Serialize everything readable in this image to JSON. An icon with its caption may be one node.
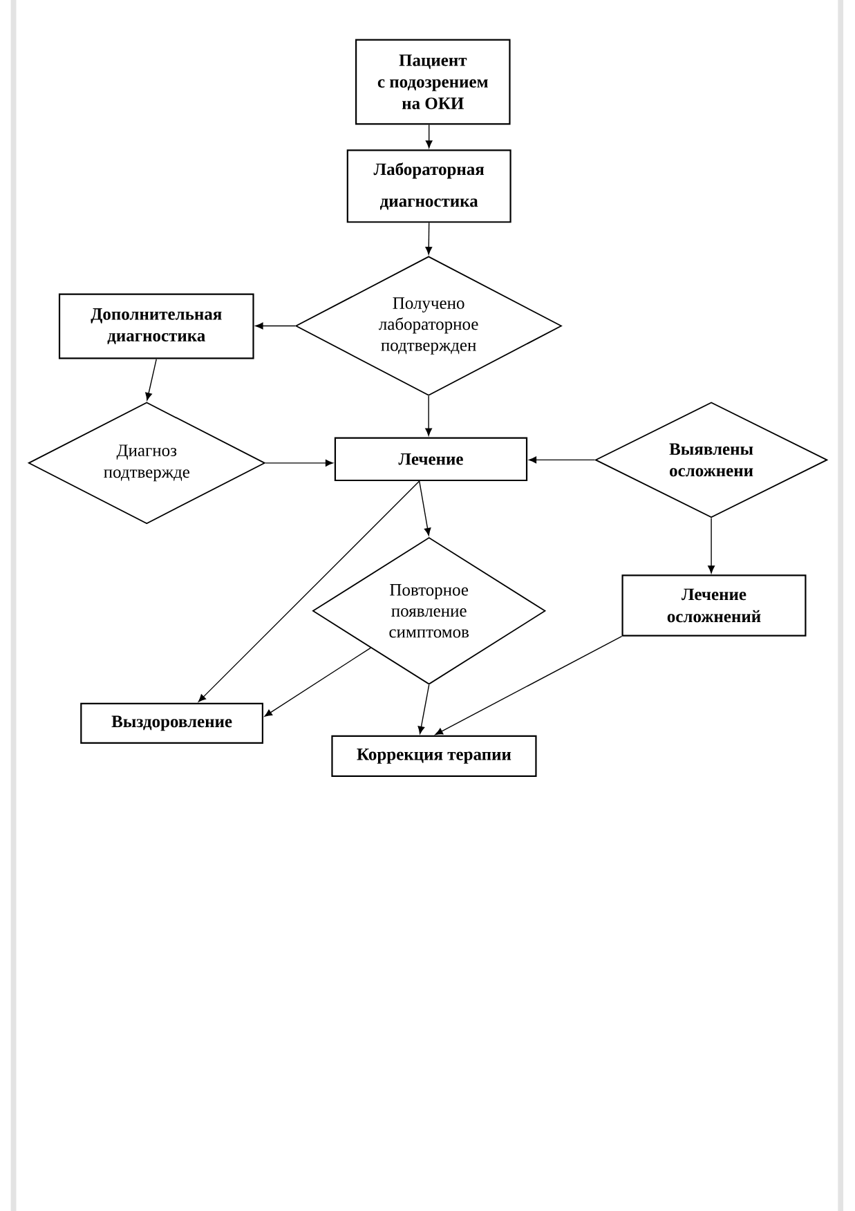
{
  "diagram": {
    "nodes": [
      {
        "text": [
          "Пациент с подозрением на ОКИ"
        ]
      },
      {
        "text": [
          "Лабораторная диагностика"
        ]
      },
      {
        "text": [
          "Получено лабораторное подтвержден"
        ]
      },
      {
        "text": [
          "Дополнительная диагностика"
        ]
      },
      {
        "text": [
          "Диагноз подтвержде"
        ]
      },
      {
        "text": [
          "Лечение"
        ]
      },
      {
        "text": [
          "Выявлены осложнени"
        ]
      },
      {
        "text": [
          "Повторное появление симптомов"
        ]
      },
      {
        "text": [
          "Лечение осложнений"
        ]
      },
      {
        "text": [
          "Выздоровление"
        ]
      },
      {
        "text": [
          "Коррекция терапии"
        ]
      }
    ],
    "edges": [
      {
        "from": 0,
        "to": 1,
        "arrow": "to"
      },
      {
        "from": 1,
        "to": 2,
        "arrow": "to"
      },
      {
        "from": 2,
        "to": 3,
        "arrow": "to"
      },
      {
        "from": 2,
        "to": 5,
        "arrow": "to"
      },
      {
        "from": 3,
        "to": 4,
        "arrow": "to"
      },
      {
        "from": 4,
        "to": 5,
        "arrow": "to"
      },
      {
        "from": 6,
        "to": 5,
        "arrow": "to"
      },
      {
        "from": 6,
        "to": 8,
        "arrow": "to"
      },
      {
        "from": 5,
        "to": 7,
        "arrow": "to"
      },
      {
        "from": 5,
        "to": 9,
        "arrow": "to"
      },
      {
        "from": 7,
        "to": 9,
        "arrow": "to"
      },
      {
        "from": 7,
        "to": 10,
        "arrow": "to"
      },
      {
        "from": 8,
        "to": 10,
        "arrow": "to"
      }
    ]
  }
}
